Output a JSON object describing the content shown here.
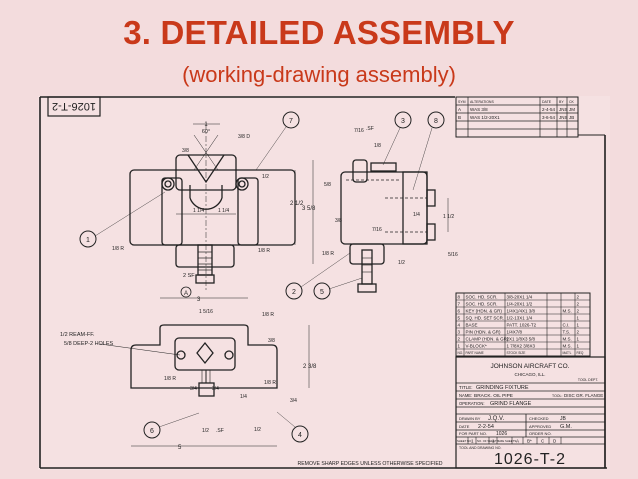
{
  "slide": {
    "title": "3. DETAILED  ASSEMBLY",
    "subtitle": "(working-drawing assembly)",
    "background_color": "#f3dcdd",
    "title_color": "#c9391a"
  },
  "drawing": {
    "corner_stamp": "1026-T-2",
    "footer_note": "REMOVE SHARP EDGES UNLESS OTHERWISE SPECIFIED",
    "view_label": "A",
    "leader_note_line1": "1/2 REAM-FF.",
    "leader_note_line2": "5/8 DEEP-2 HOLES",
    "balloons": [
      "1",
      "7",
      "3",
      "8",
      "2",
      "5",
      "6",
      "4"
    ],
    "dimensions": {
      "front": [
        "1",
        "60°",
        "3/8",
        "3/8 D",
        "1/2",
        "2 1/2",
        "1 1/4",
        "1 1/4",
        "1/8 R",
        "1/8 R",
        "2 SF"
      ],
      "side": [
        "7/16",
        ".SF",
        "1/8",
        "3 5/8",
        "5/8",
        "3/8",
        "7/16",
        "1/4",
        "1 1/2",
        "5/16",
        "1/8 R",
        "1/2"
      ],
      "top": [
        "3",
        "1 5/16",
        "1/8 R",
        "3/8",
        "2 3/8",
        "1/8 R",
        "1/8 R",
        "3/4",
        "3/4",
        "1/4",
        "3/4",
        "1/2",
        ".SF",
        "1/2",
        "5"
      ]
    }
  },
  "alterations_table": {
    "headers": [
      "SYM",
      "ALTERATIONS",
      "DATE",
      "BY",
      "CK"
    ],
    "rows": [
      [
        "A",
        "WAS 3/8",
        "2-4-54",
        "JNS",
        "JM"
      ],
      [
        "B",
        "WAS 1/2-20X1",
        "3-6-54",
        "JNS",
        "JB"
      ],
      [
        "",
        "",
        "",
        "",
        ""
      ],
      [
        "",
        "",
        "",
        "",
        ""
      ]
    ]
  },
  "parts_list": {
    "headers": [
      "NO.",
      "PART NAME",
      "STOCK SIZE",
      "MAT'L",
      "REQ"
    ],
    "rows": [
      [
        "8",
        "SOC. HD. SCR.",
        "3/8-20X1 1/4",
        "",
        "2"
      ],
      [
        "7",
        "SOC. HD. SCR.",
        "1/4-20X1 1/2",
        "",
        "2"
      ],
      [
        "6",
        "KEY (HDN. & GR)",
        "1/4X1/4X1 3/8",
        "M.S.",
        "2"
      ],
      [
        "5",
        "SQ. HD. SET SCR.",
        "1/2-13X1 1/4",
        "",
        "1"
      ],
      [
        "4",
        "BASE",
        "PATT. 1026-T2",
        "C.I.",
        "1"
      ],
      [
        "3",
        "PIN (HDN. & GR)",
        "1/4X7/8",
        "T.S.",
        "2"
      ],
      [
        "2",
        "CLAMP (HDN. & GR)",
        "2X1 1/8X3 5/8",
        "M.S.",
        "1"
      ],
      [
        "1",
        "V-BLOCK*",
        "1 7/8X2 3/8X3",
        "M.S.",
        "1"
      ]
    ]
  },
  "title_block": {
    "company": "JOHNSON  AIRCRAFT CO.",
    "city": "CHICAGO, ILL.",
    "dept": "TOOL DEPT.",
    "title_label": "TITLE:",
    "title_value": "GRINDING FIXTURE",
    "name_label": "NAME:",
    "name_value": "BRACK. OIL PIPE",
    "tool_label": "TOOL:",
    "tool_value": "DISC GR. FLANGE",
    "operation_label": "OPERATION:",
    "operation_value": "GRIND FLANGE",
    "drawn_by_label": "DRAWN BY",
    "drawn_by": "J.Q.V.",
    "checked_label": "CHECKED",
    "checked": "JB",
    "date_label": "DATE",
    "date": "2-2-54",
    "approved_label": "APPROVED",
    "approved": "G.M.",
    "part_no_label": "FOR PART NO.",
    "part_no": "1026",
    "order_label": "ORDER NO.",
    "order": "",
    "sheet_label": "SHEET NO.",
    "sheet": "1",
    "no_sheets_label": "NO. OF SHEETS",
    "no_sheets": "1",
    "size_label": "SIZE SHEETS",
    "sizes": [
      "A",
      "B*",
      "C",
      "D"
    ],
    "tool_drawing_label": "TOOL AND DRAWING NO.",
    "tool_drawing_no": "1026-T-2"
  }
}
